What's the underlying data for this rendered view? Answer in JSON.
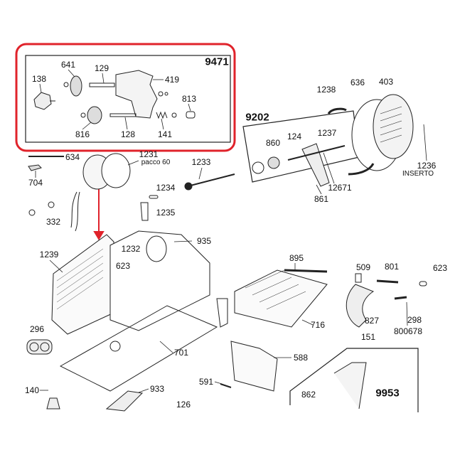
{
  "title": "Slicer exploded parts diagram",
  "colors": {
    "highlight": "#e0232b",
    "ink": "#222222"
  },
  "groups": {
    "g9471": "9471",
    "g9202": "9202",
    "g9953": "9953"
  },
  "labels": {
    "p641": "641",
    "p129": "129",
    "p138": "138",
    "p419": "419",
    "p813": "813",
    "p816": "816",
    "p128": "128",
    "p141": "141",
    "p634": "634",
    "p1231": "1231",
    "pacco": "pacco 60",
    "p704": "704",
    "p1233": "1233",
    "p1234": "1234",
    "p1235": "1235",
    "p332": "332",
    "p935": "935",
    "p1239": "1239",
    "p1232": "1232",
    "p623a": "623",
    "p1238": "1238",
    "p636": "636",
    "p403": "403",
    "p860": "860",
    "p124": "124",
    "p1237": "1237",
    "p1236": "1236",
    "inserto": "INSERTO",
    "p12671": "12671",
    "p861": "861",
    "p895": "895",
    "p509": "509",
    "p801": "801",
    "p623b": "623",
    "p298": "298",
    "p827": "827",
    "p800678": "800678",
    "p151": "151",
    "p716": "716",
    "p296": "296",
    "p701": "701",
    "p588": "588",
    "p591": "591",
    "p140": "140",
    "p933": "933",
    "p126": "126",
    "p862": "862"
  }
}
